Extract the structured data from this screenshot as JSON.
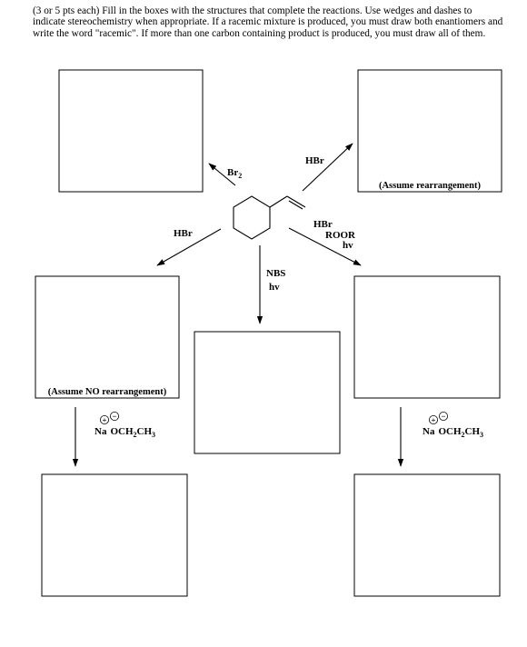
{
  "instructions": "(3 or 5 pts each) Fill in the boxes with the structures that complete the reactions.  Use wedges and dashes to indicate stereochemistry when appropriate.  If a racemic mixture is produced, you must draw both enantiomers and write the word \"racemic\".  If more than one carbon containing product is produced, you must draw all of them.",
  "reactions": {
    "br2": {
      "reagent": "Br",
      "subscript": "2"
    },
    "hbr_markovnikov": {
      "reagent": "HBr"
    },
    "hbr_left": {
      "reagent": "HBr"
    },
    "hbr_peroxide": {
      "line1": "HBr",
      "line2": "ROOR",
      "line3": "hv"
    },
    "nbs": {
      "line1": "NBS",
      "line2": "hv"
    },
    "ethoxide_left": {
      "na": "Na",
      "plus": "+",
      "minus": "−",
      "base": "OCH",
      "sub1": "2",
      "mid": "CH",
      "sub2": "3"
    },
    "ethoxide_right": {
      "na": "Na",
      "plus": "+",
      "minus": "−",
      "base": "OCH",
      "sub1": "2",
      "mid": "CH",
      "sub2": "3"
    }
  },
  "box_labels": {
    "top_right": "(Assume rearrangement)",
    "mid_left": "(Assume NO rearrangement)"
  }
}
